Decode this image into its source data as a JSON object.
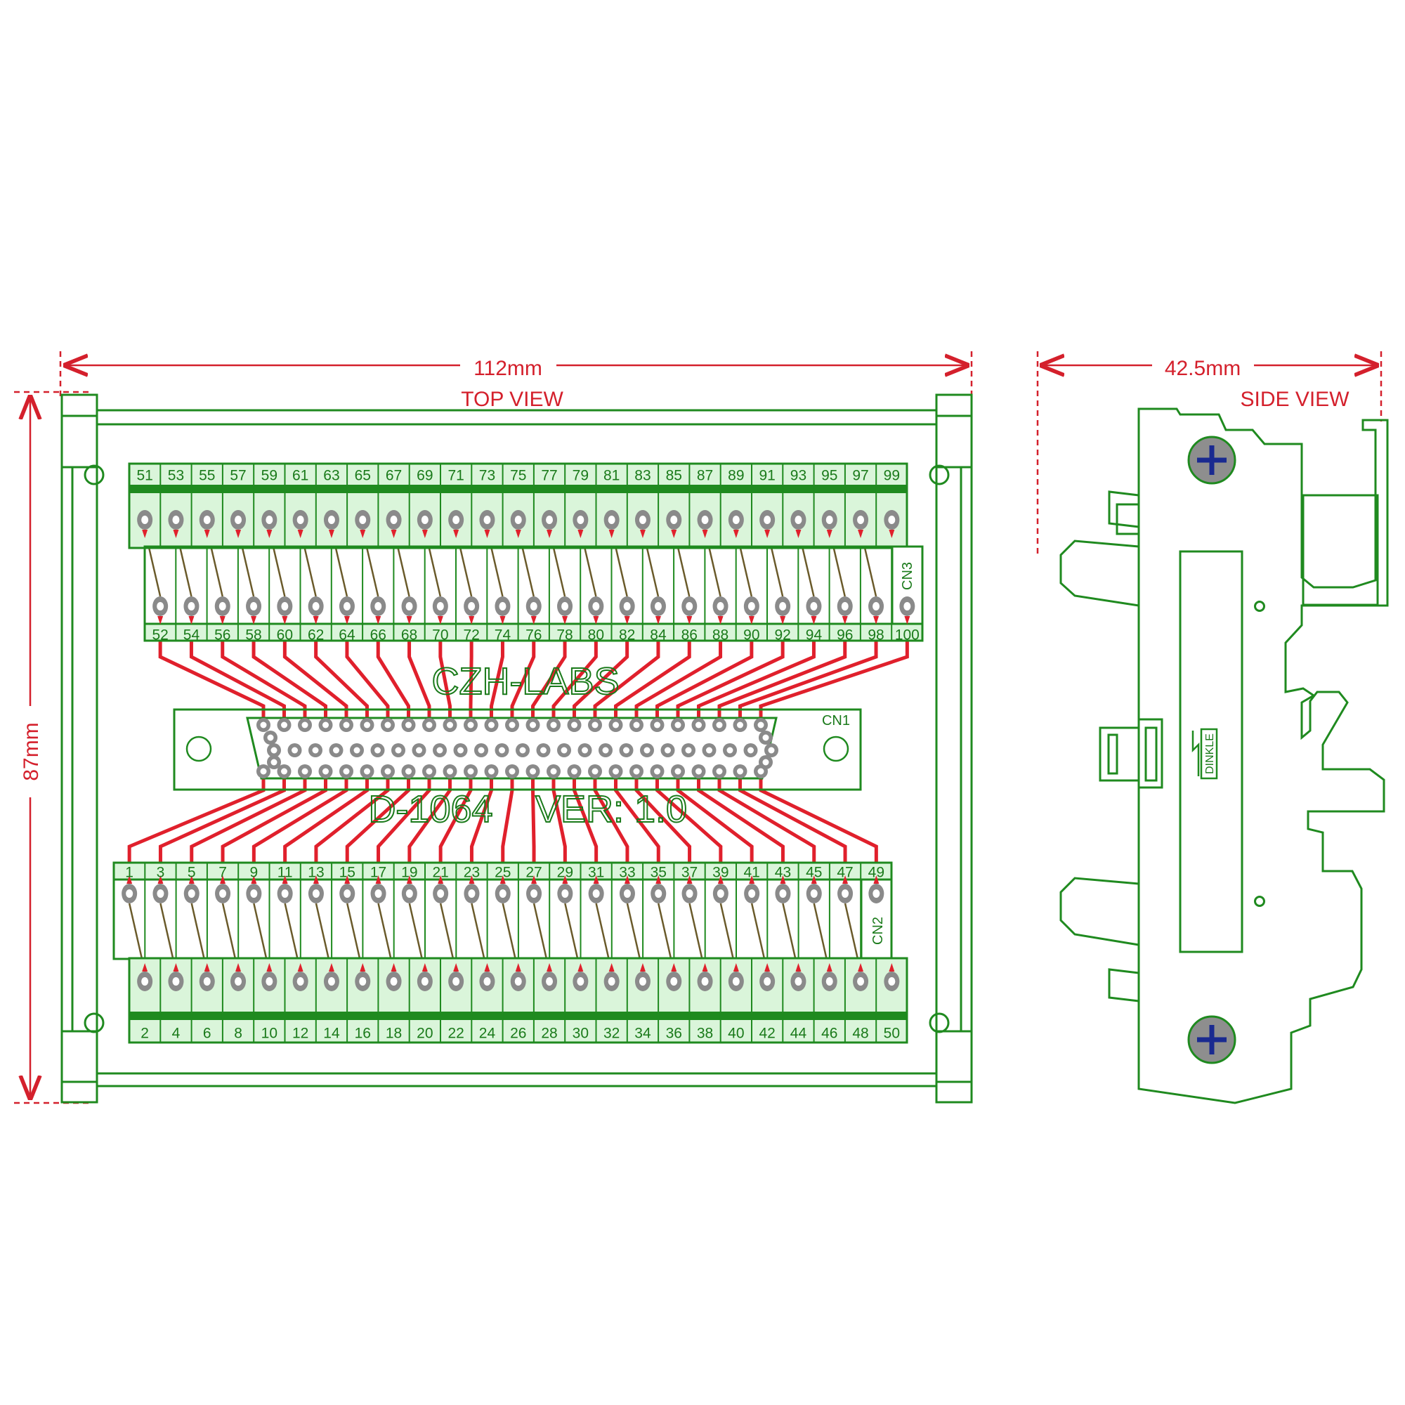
{
  "colors": {
    "outline": "#1f8a1f",
    "terminal_fill": "#daf5da",
    "label_green": "#1a7a1a",
    "dimension": "#d4202c",
    "trace": "#e0202c",
    "pad": "#8a8a8a",
    "screw_fill": "#8e8e8e",
    "screw_cross": "#1a2a90"
  },
  "dimensions": {
    "width": "112mm",
    "height": "87mm",
    "depth": "42.5mm"
  },
  "views": {
    "top": "TOP VIEW",
    "side": "SIDE VIEW"
  },
  "board": {
    "brand": "CZH-LABS",
    "model": "D-1064",
    "version": "VER: 1.0"
  },
  "connectors": {
    "cn1": "CN1",
    "cn2": "CN2",
    "cn3": "CN3"
  },
  "side_logo": "DINKLE",
  "terminals": {
    "top_outer": [
      "51",
      "53",
      "55",
      "57",
      "59",
      "61",
      "63",
      "65",
      "67",
      "69",
      "71",
      "73",
      "75",
      "77",
      "79",
      "81",
      "83",
      "85",
      "87",
      "89",
      "91",
      "93",
      "95",
      "97",
      "99"
    ],
    "top_inner": [
      "52",
      "54",
      "56",
      "58",
      "60",
      "62",
      "64",
      "66",
      "68",
      "70",
      "72",
      "74",
      "76",
      "78",
      "80",
      "82",
      "84",
      "86",
      "88",
      "90",
      "92",
      "94",
      "96",
      "98",
      "100"
    ],
    "bottom_inner": [
      "1",
      "3",
      "5",
      "7",
      "9",
      "11",
      "13",
      "15",
      "17",
      "19",
      "21",
      "23",
      "25",
      "27",
      "29",
      "31",
      "33",
      "35",
      "37",
      "39",
      "41",
      "43",
      "45",
      "47",
      "49"
    ],
    "bottom_outer": [
      "2",
      "4",
      "6",
      "8",
      "10",
      "12",
      "14",
      "16",
      "18",
      "20",
      "22",
      "24",
      "26",
      "28",
      "30",
      "32",
      "34",
      "36",
      "38",
      "40",
      "42",
      "44",
      "46",
      "48",
      "50"
    ]
  }
}
